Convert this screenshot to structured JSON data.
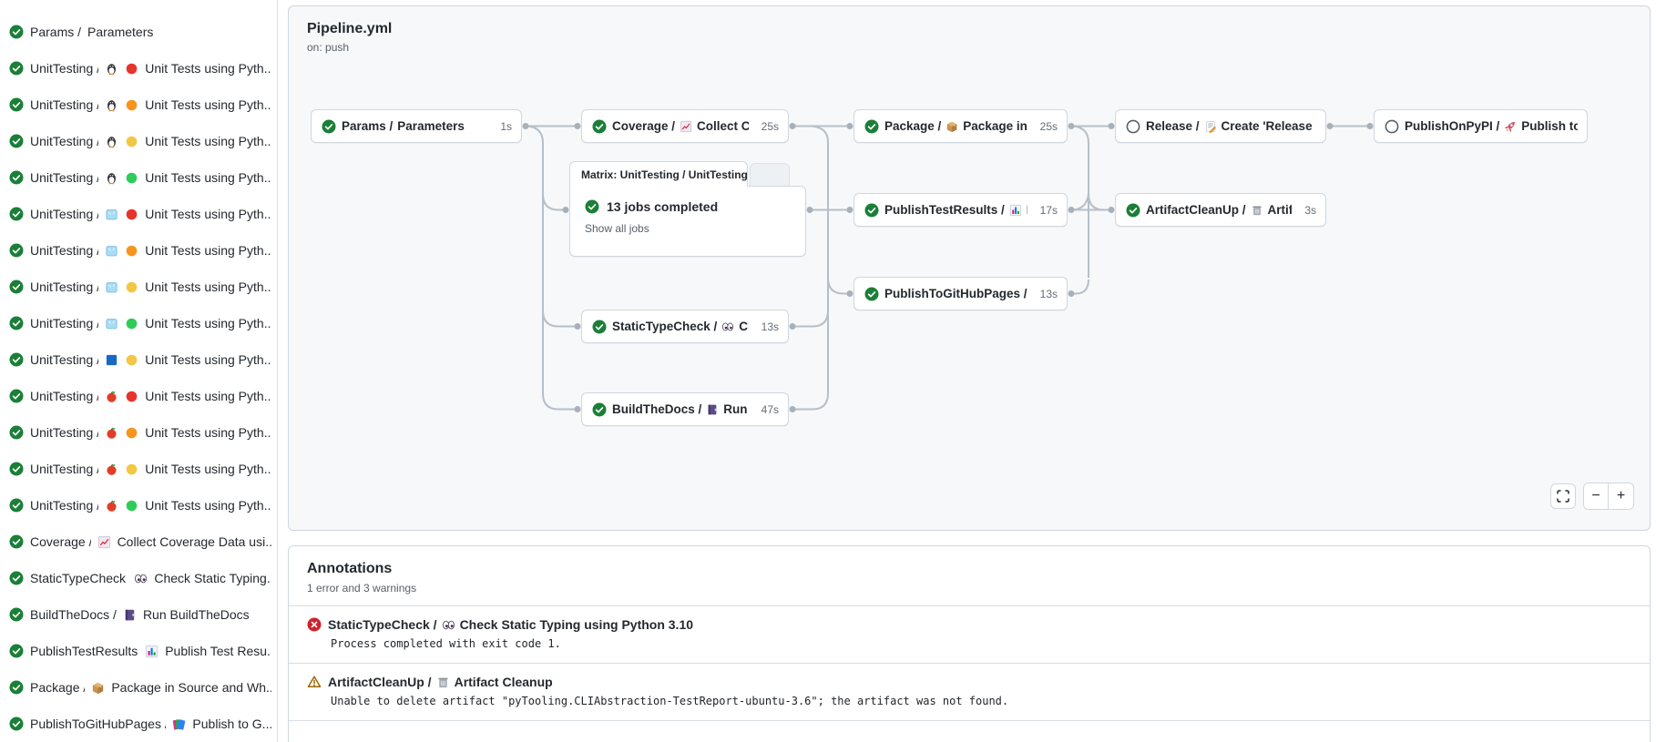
{
  "colors": {
    "success": "#1a7f37",
    "error": "#cf222e",
    "warning": "#9a6700",
    "edge": "#b7bfc7",
    "panel_bg": "#f6f8fa",
    "border": "#d0d7de"
  },
  "sidebar": {
    "items": [
      {
        "status": "success",
        "prefix": "Params /",
        "icons": [],
        "label": "Parameters"
      },
      {
        "status": "success",
        "prefix": "UnitTesting /",
        "icons": [
          "penguin",
          "red-circle"
        ],
        "label": "Unit Tests using Pyth..."
      },
      {
        "status": "success",
        "prefix": "UnitTesting /",
        "icons": [
          "penguin",
          "orange-circle"
        ],
        "label": "Unit Tests using Pyth..."
      },
      {
        "status": "success",
        "prefix": "UnitTesting /",
        "icons": [
          "penguin",
          "yellow-circle"
        ],
        "label": "Unit Tests using Pyth..."
      },
      {
        "status": "success",
        "prefix": "UnitTesting /",
        "icons": [
          "penguin",
          "green-circle"
        ],
        "label": "Unit Tests using Pyth..."
      },
      {
        "status": "success",
        "prefix": "UnitTesting /",
        "icons": [
          "ice-cube",
          "red-circle"
        ],
        "label": "Unit Tests using Pyth..."
      },
      {
        "status": "success",
        "prefix": "UnitTesting /",
        "icons": [
          "ice-cube",
          "orange-circle"
        ],
        "label": "Unit Tests using Pyth..."
      },
      {
        "status": "success",
        "prefix": "UnitTesting /",
        "icons": [
          "ice-cube",
          "yellow-circle"
        ],
        "label": "Unit Tests using Pyth..."
      },
      {
        "status": "success",
        "prefix": "UnitTesting /",
        "icons": [
          "ice-cube",
          "green-circle"
        ],
        "label": "Unit Tests using Pyth..."
      },
      {
        "status": "success",
        "prefix": "UnitTesting /",
        "icons": [
          "blue-square",
          "yellow-circle"
        ],
        "label": "Unit Tests using Pyth..."
      },
      {
        "status": "success",
        "prefix": "UnitTesting /",
        "icons": [
          "apple",
          "red-circle"
        ],
        "label": "Unit Tests using Pyth..."
      },
      {
        "status": "success",
        "prefix": "UnitTesting /",
        "icons": [
          "apple",
          "orange-circle"
        ],
        "label": "Unit Tests using Pyth..."
      },
      {
        "status": "success",
        "prefix": "UnitTesting /",
        "icons": [
          "apple",
          "yellow-circle"
        ],
        "label": "Unit Tests using Pyth..."
      },
      {
        "status": "success",
        "prefix": "UnitTesting /",
        "icons": [
          "apple",
          "green-circle"
        ],
        "label": "Unit Tests using Pyth..."
      },
      {
        "status": "success",
        "prefix": "Coverage /",
        "icons": [
          "chart-increasing"
        ],
        "label": "Collect Coverage Data usi..."
      },
      {
        "status": "success",
        "prefix": "StaticTypeCheck /",
        "icons": [
          "eyes"
        ],
        "label": "Check Static Typing..."
      },
      {
        "status": "success",
        "prefix": "BuildTheDocs /",
        "icons": [
          "notebook"
        ],
        "label": "Run BuildTheDocs"
      },
      {
        "status": "success",
        "prefix": "PublishTestResults /",
        "icons": [
          "bar-chart"
        ],
        "label": "Publish Test Resu..."
      },
      {
        "status": "success",
        "prefix": "Package /",
        "icons": [
          "package"
        ],
        "label": "Package in Source and Wh..."
      },
      {
        "status": "success",
        "prefix": "PublishToGitHubPages /",
        "icons": [
          "books"
        ],
        "label": "Publish to G..."
      }
    ]
  },
  "graph": {
    "title": "Pipeline.yml",
    "trigger": "on: push",
    "nodes": [
      {
        "id": "params",
        "status": "success",
        "prefix": "Params /",
        "icon": null,
        "label": "Parameters",
        "duration": "1s"
      },
      {
        "id": "coverage",
        "status": "success",
        "prefix": "Coverage /",
        "icon": "chart-increasing",
        "label": "Collect Cove...",
        "duration": "25s"
      },
      {
        "id": "package",
        "status": "success",
        "prefix": "Package /",
        "icon": "package",
        "label": "Package in So...",
        "duration": "25s"
      },
      {
        "id": "release",
        "status": "skipped",
        "prefix": "Release /",
        "icon": "memo",
        "label": "Create 'Release P...",
        "duration": null
      },
      {
        "id": "publishonpypi",
        "status": "skipped",
        "prefix": "PublishOnPyPI /",
        "icon": "rocket",
        "label": "Publish to ...",
        "duration": null
      },
      {
        "id": "publishtestresults",
        "status": "success",
        "prefix": "PublishTestResults /",
        "icon": "bar-chart",
        "label": "Pu...",
        "duration": "17s"
      },
      {
        "id": "artifactcleanup",
        "status": "success",
        "prefix": "ArtifactCleanUp /",
        "icon": "wastebasket",
        "label": "Artifac...",
        "duration": "3s"
      },
      {
        "id": "publishtogithubpages",
        "status": "success",
        "prefix": "PublishToGitHubPages /",
        "icon": "books",
        "label": "...",
        "duration": "13s"
      },
      {
        "id": "statictypecheck",
        "status": "success",
        "prefix": "StaticTypeCheck /",
        "icon": "eyes",
        "label": "Chec...",
        "duration": "13s"
      },
      {
        "id": "buildthedocs",
        "status": "success",
        "prefix": "BuildTheDocs /",
        "icon": "notebook",
        "label": "Run Buil...",
        "duration": "47s"
      }
    ],
    "matrix": {
      "tab": "Matrix: UnitTesting / UnitTesting",
      "status": "success",
      "summary": "13 jobs completed",
      "link": "Show all jobs"
    },
    "controls": {
      "zoom_out": "−",
      "zoom_in": "+"
    }
  },
  "annotations": {
    "title": "Annotations",
    "summary": "1 error and 3 warnings",
    "items": [
      {
        "level": "error",
        "prefix": "StaticTypeCheck /",
        "icon": "eyes",
        "title": "Check Static Typing using Python 3.10",
        "message": "Process completed with exit code 1."
      },
      {
        "level": "warning",
        "prefix": "ArtifactCleanUp /",
        "icon": "wastebasket",
        "title": "Artifact Cleanup",
        "message": "Unable to delete artifact \"pyTooling.CLIAbstraction-TestReport-ubuntu-3.6\"; the artifact was not found."
      }
    ]
  }
}
